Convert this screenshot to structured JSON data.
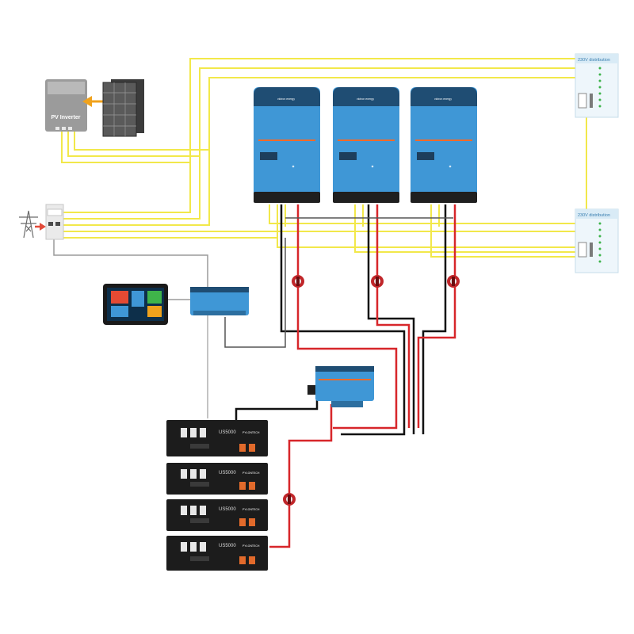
{
  "pv_inverter": {
    "label": "PV Inverter"
  },
  "distribution_panels": [
    {
      "label": "230V distribution"
    },
    {
      "label": "230V distribution"
    }
  ],
  "battery_modules": [
    {
      "model": "US5000",
      "brand": "PYLONTECH"
    },
    {
      "model": "US5000",
      "brand": "PYLONTECH"
    },
    {
      "model": "US5000",
      "brand": "PYLONTECH"
    },
    {
      "model": "US5000",
      "brand": "PYLONTECH"
    }
  ],
  "colors": {
    "ac_wire": "#f2e84a",
    "dc_positive": "#d7262a",
    "dc_negative": "#111111",
    "comm_cable": "#555555",
    "victron_blue": "#3f97d6",
    "victron_dark": "#1f4d73",
    "battery_body": "#1c1c1c"
  }
}
